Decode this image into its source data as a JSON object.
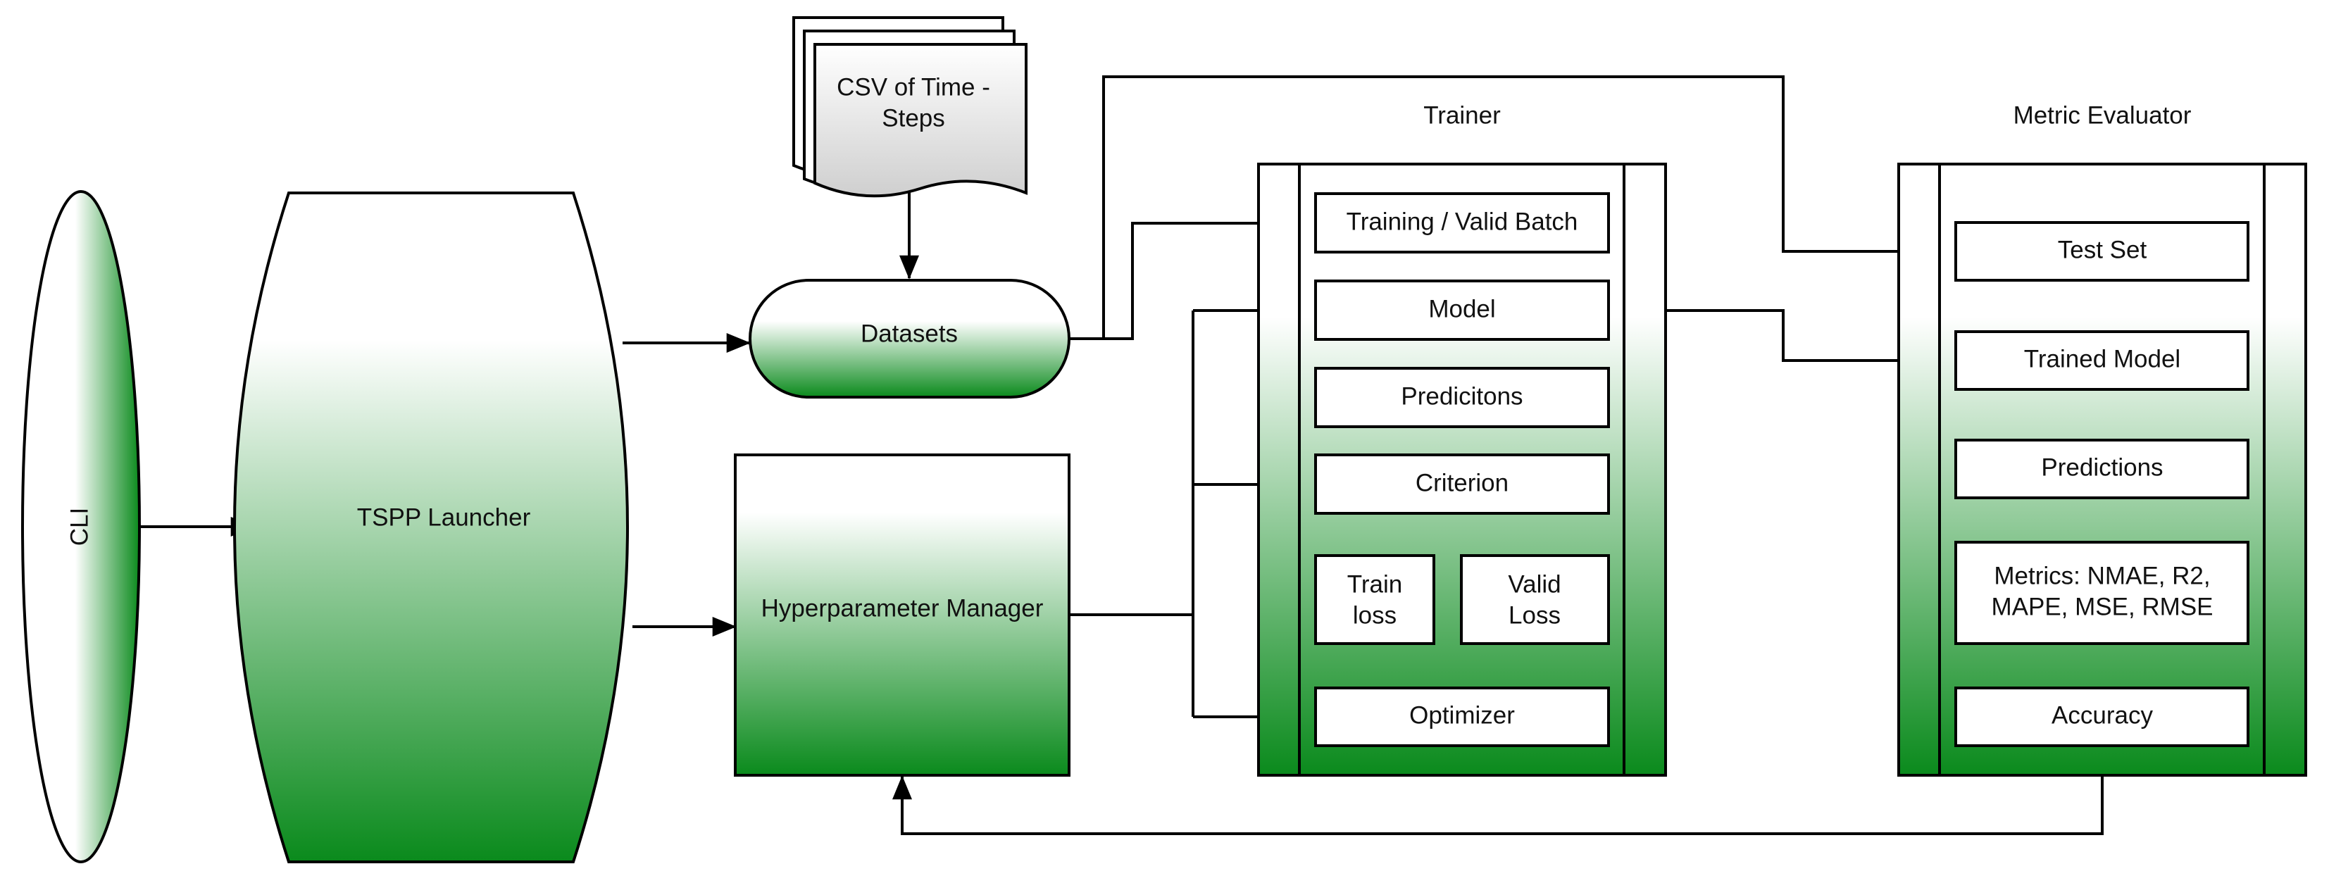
{
  "colors": {
    "green": "#0a8a1c",
    "white": "#ffffff",
    "line": "#000000"
  },
  "sources": {
    "cli": "CLI",
    "launcher": "TSPP Launcher",
    "csv_line1": "CSV of Time -",
    "csv_line2": "Steps",
    "datasets": "Datasets",
    "hyperparameter_manager": "Hyperparameter Manager"
  },
  "trainer": {
    "title": "Trainer",
    "training_batch": "Training / Valid Batch",
    "model": "Model",
    "predictions": "Predicitons",
    "criterion": "Criterion",
    "train_loss_line1": "Train",
    "train_loss_line2": "loss",
    "valid_loss_line1": "Valid",
    "valid_loss_line2": "Loss",
    "optimizer": "Optimizer"
  },
  "evaluator": {
    "title": "Metric Evaluator",
    "test_set": "Test Set",
    "trained_model": "Trained Model",
    "predictions": "Predictions",
    "metrics_line1": "Metrics: NMAE, R2,",
    "metrics_line2": "MAPE, MSE, RMSE",
    "accuracy": "Accuracy"
  }
}
